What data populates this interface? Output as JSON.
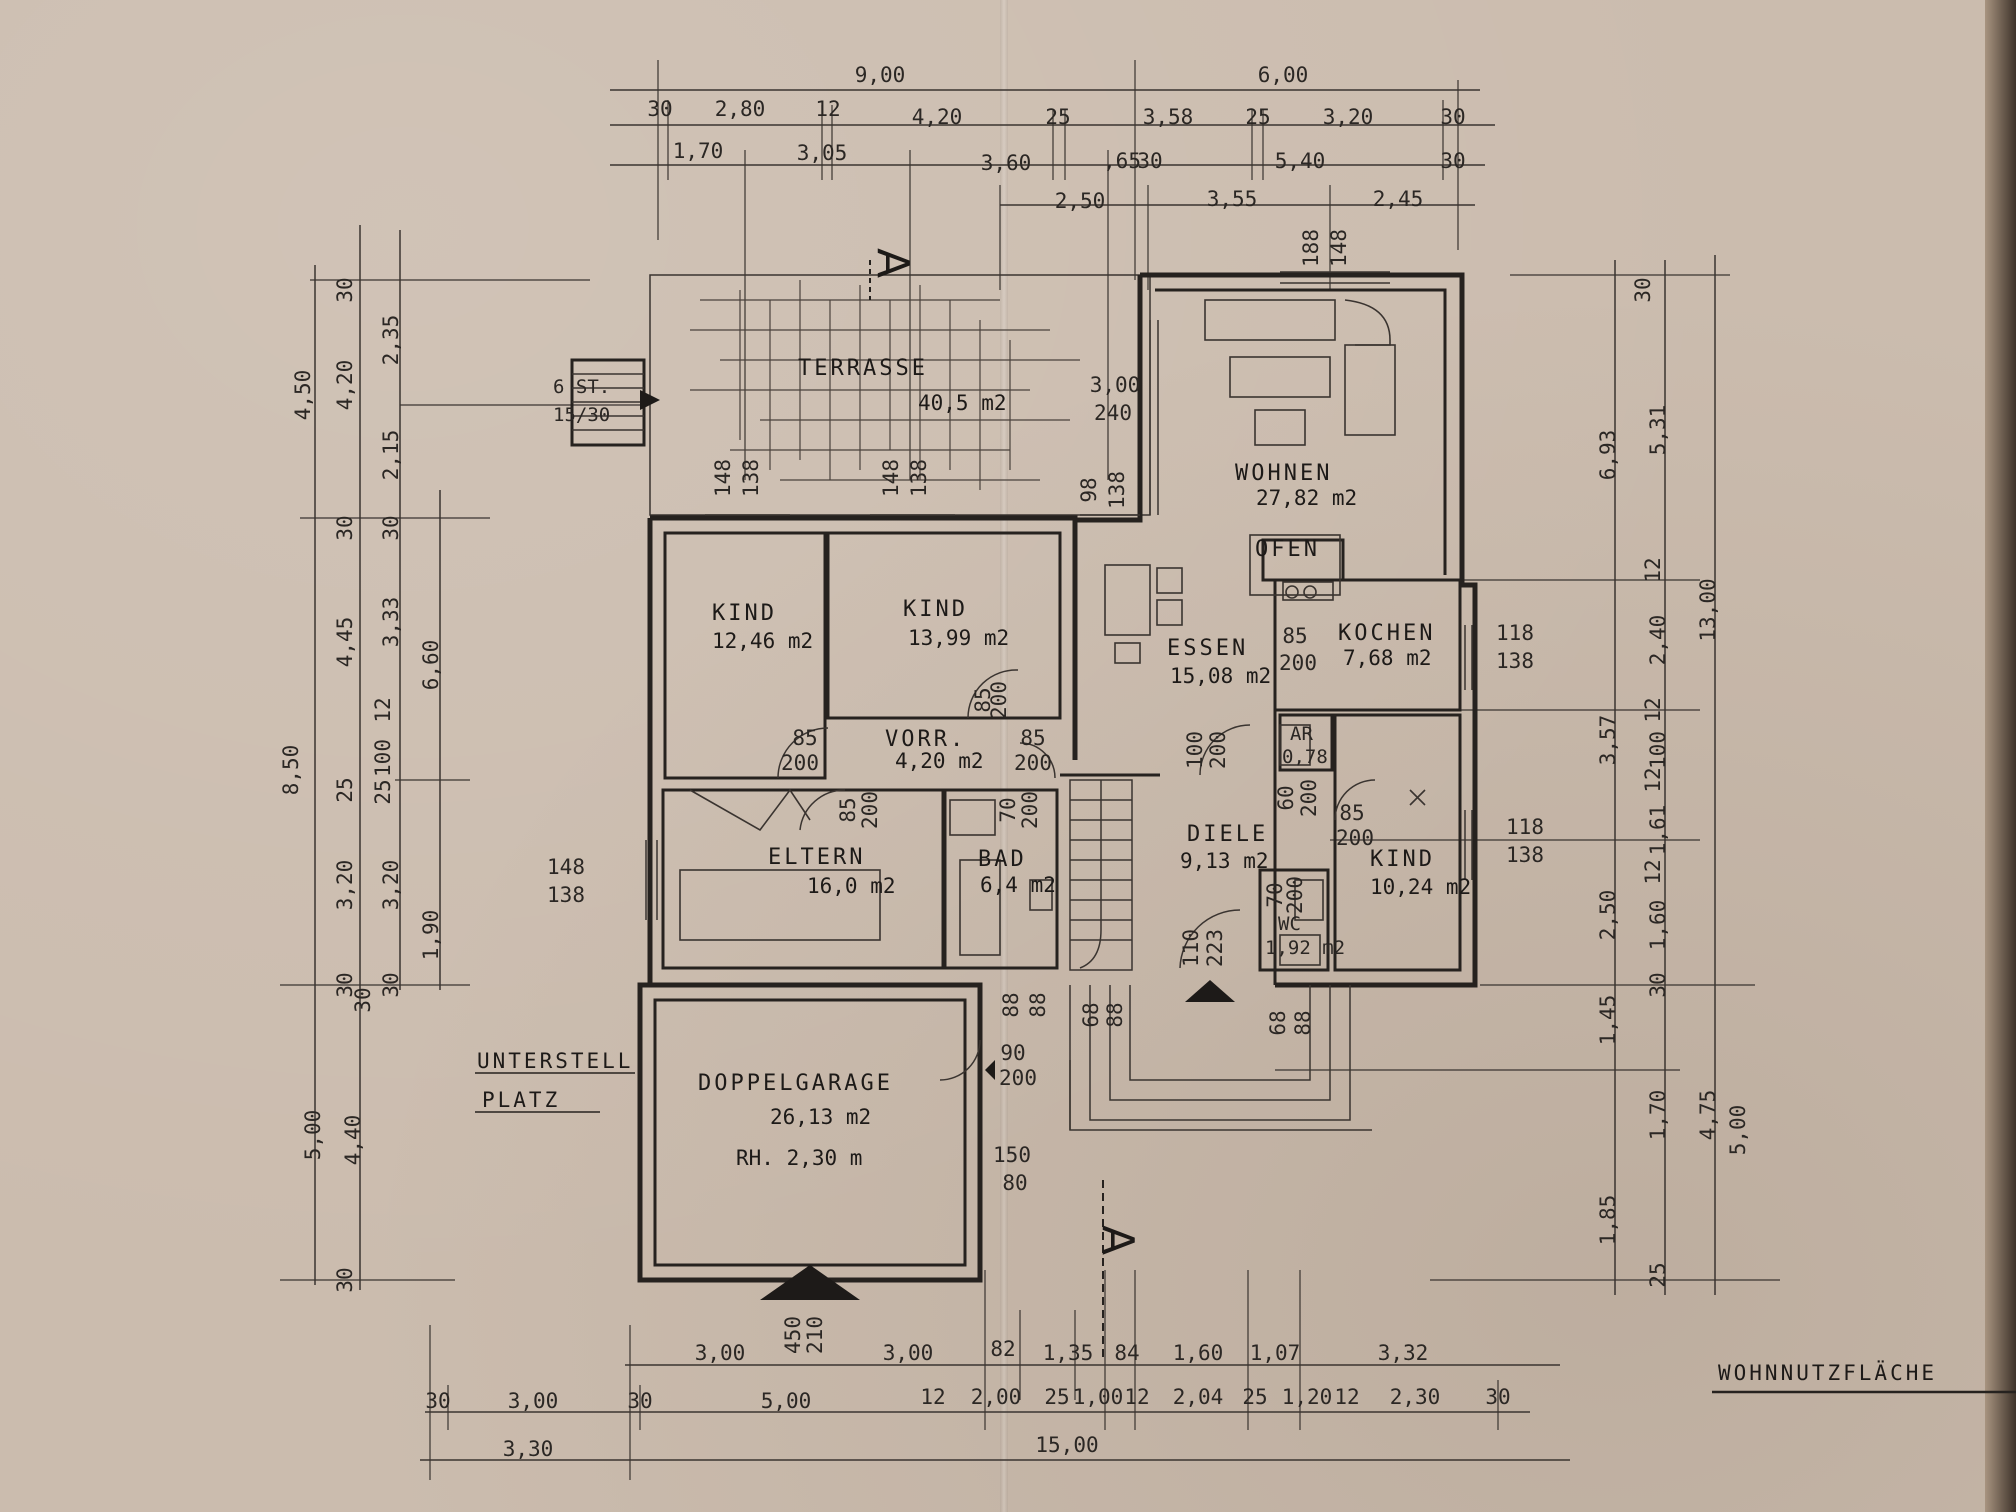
{
  "rooms": {
    "terrasse": {
      "name": "TERRASSE",
      "area": "40,5 m2"
    },
    "wohnen": {
      "name": "WOHNEN",
      "area": "27,82 m2"
    },
    "ofen": {
      "name": "OFEN"
    },
    "kochen": {
      "name": "KOCHEN",
      "area": "7,68 m2"
    },
    "essen": {
      "name": "ESSEN",
      "area": "15,08 m2"
    },
    "kind1": {
      "name": "KIND",
      "area": "12,46 m2"
    },
    "kind2": {
      "name": "KIND",
      "area": "13,99 m2"
    },
    "kind3": {
      "name": "KIND",
      "area": "10,24 m2"
    },
    "vorr": {
      "name": "VORR.",
      "area": "4,20 m2"
    },
    "ar": {
      "name": "AR",
      "area": "0,78"
    },
    "eltern": {
      "name": "ELTERN",
      "area": "16,0 m2"
    },
    "bad": {
      "name": "BAD",
      "area": "6,4 m2"
    },
    "diele": {
      "name": "DIELE",
      "area": "9,13 m2"
    },
    "wc": {
      "name": "WC",
      "area": "1,92 m2"
    },
    "garage": {
      "name": "DOPPELGARAGE",
      "area": "26,13 m2",
      "height": "RH. 2,30 m"
    }
  },
  "labels": {
    "unterstell_1": "UNTERSTELL",
    "unterstell_2": "PLATZ",
    "stairs_1": "6 ST.",
    "stairs_2": "15/30",
    "wohnnutzflaeche": "WOHNNUTZFLÄCHE",
    "section_marker": "A"
  },
  "dimensions": {
    "top": {
      "row1": [
        "9,00",
        "6,00"
      ],
      "row2": [
        "30",
        "2,80",
        "12",
        "4,20",
        "25",
        "3,58",
        "25",
        "3,20",
        "30"
      ],
      "row3": [
        "1,70",
        "3,05",
        "3,60",
        ",65",
        "30",
        "5,40",
        "30"
      ],
      "row4": [
        "2,50",
        "3,55",
        "2,45"
      ]
    },
    "left": {
      "col1": [
        "4,50",
        "8,50",
        "5,00"
      ],
      "col2": [
        "30",
        "4,20",
        "30",
        "4,45",
        "25",
        "3,20",
        "30",
        "30",
        "4,40",
        "30"
      ],
      "col3": [
        "2,35",
        "2,15",
        "30",
        "3,33",
        "12",
        "100",
        "25",
        "3,20",
        "30"
      ],
      "col4": [
        "6,60",
        "1,90"
      ]
    },
    "right": {
      "col1": [
        "6,93",
        "3,57",
        "2,50",
        "1,45",
        "1,85"
      ],
      "col2": [
        "30",
        "5,31",
        "12",
        "2,40",
        "12",
        "100",
        "12",
        "1,61",
        "12",
        "1,60",
        "30",
        "1,70",
        "25"
      ],
      "col3": [
        "13,00",
        "4,75",
        "5,00"
      ]
    },
    "bottom": {
      "row1": [
        "3,00",
        "450",
        "210",
        "3,00",
        "82",
        "1,35",
        "84",
        "1,60",
        "1,07",
        "3,32"
      ],
      "row2": [
        "30",
        "3,00",
        "30",
        "5,00",
        "12",
        "2,00",
        "25",
        "1,00",
        "12",
        "2,04",
        "25",
        "1,20",
        "12",
        "2,30",
        "30"
      ],
      "row3": [
        "3,30",
        "15,00"
      ]
    },
    "openings": {
      "terrasse_window": [
        "3,00",
        "240"
      ],
      "kind1_window": [
        "148",
        "138"
      ],
      "kind2_window": [
        "148",
        "138"
      ],
      "essen_window": [
        "98",
        "138"
      ],
      "wohnen_window": [
        "188",
        "148"
      ],
      "kochen_window": [
        "118",
        "138"
      ],
      "kind3_window": [
        "118",
        "138"
      ],
      "eltern_window": [
        "148",
        "138"
      ],
      "door_kind1": [
        "85",
        "200"
      ],
      "door_kind2": [
        "85",
        "200"
      ],
      "door_vorr": [
        "85",
        "200"
      ],
      "door_eltern": [
        "85",
        "200"
      ],
      "door_bad": [
        "70",
        "200"
      ],
      "door_essen": [
        "100",
        "200"
      ],
      "door_kochen": [
        "85",
        "200"
      ],
      "door_ar": [
        "60",
        "200"
      ],
      "door_kind3": [
        "85",
        "200"
      ],
      "door_wc": [
        "70",
        "200"
      ],
      "door_entry": [
        "110",
        "223"
      ],
      "door_garage": [
        "90",
        "200"
      ],
      "garage_window": [
        "150",
        "80"
      ],
      "steps_88": [
        "88",
        "88"
      ],
      "steps_68": [
        "68",
        "88"
      ],
      "steps_68b": [
        "68",
        "88"
      ]
    }
  },
  "colors": {
    "paper": "#cbbcae",
    "ink": "#26221f"
  }
}
